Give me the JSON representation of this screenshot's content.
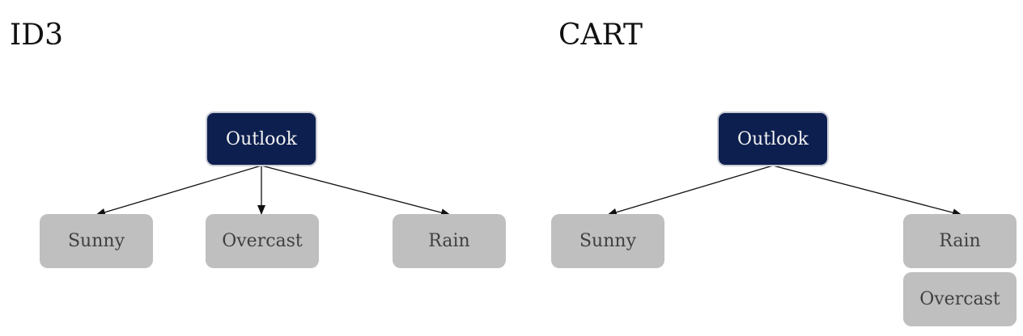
{
  "colors": {
    "root_fill": "#0d1f4f",
    "root_text": "#f2f2f2",
    "leaf_fill": "#bfbfbf",
    "leaf_text": "#404040",
    "edge": "#111111"
  },
  "id3": {
    "title": "ID3",
    "root": "Outlook",
    "leaves": [
      "Sunny",
      "Overcast",
      "Rain"
    ]
  },
  "cart": {
    "title": "CART",
    "root": "Outlook",
    "leaves": [
      "Sunny",
      "Rain",
      "Overcast"
    ]
  }
}
